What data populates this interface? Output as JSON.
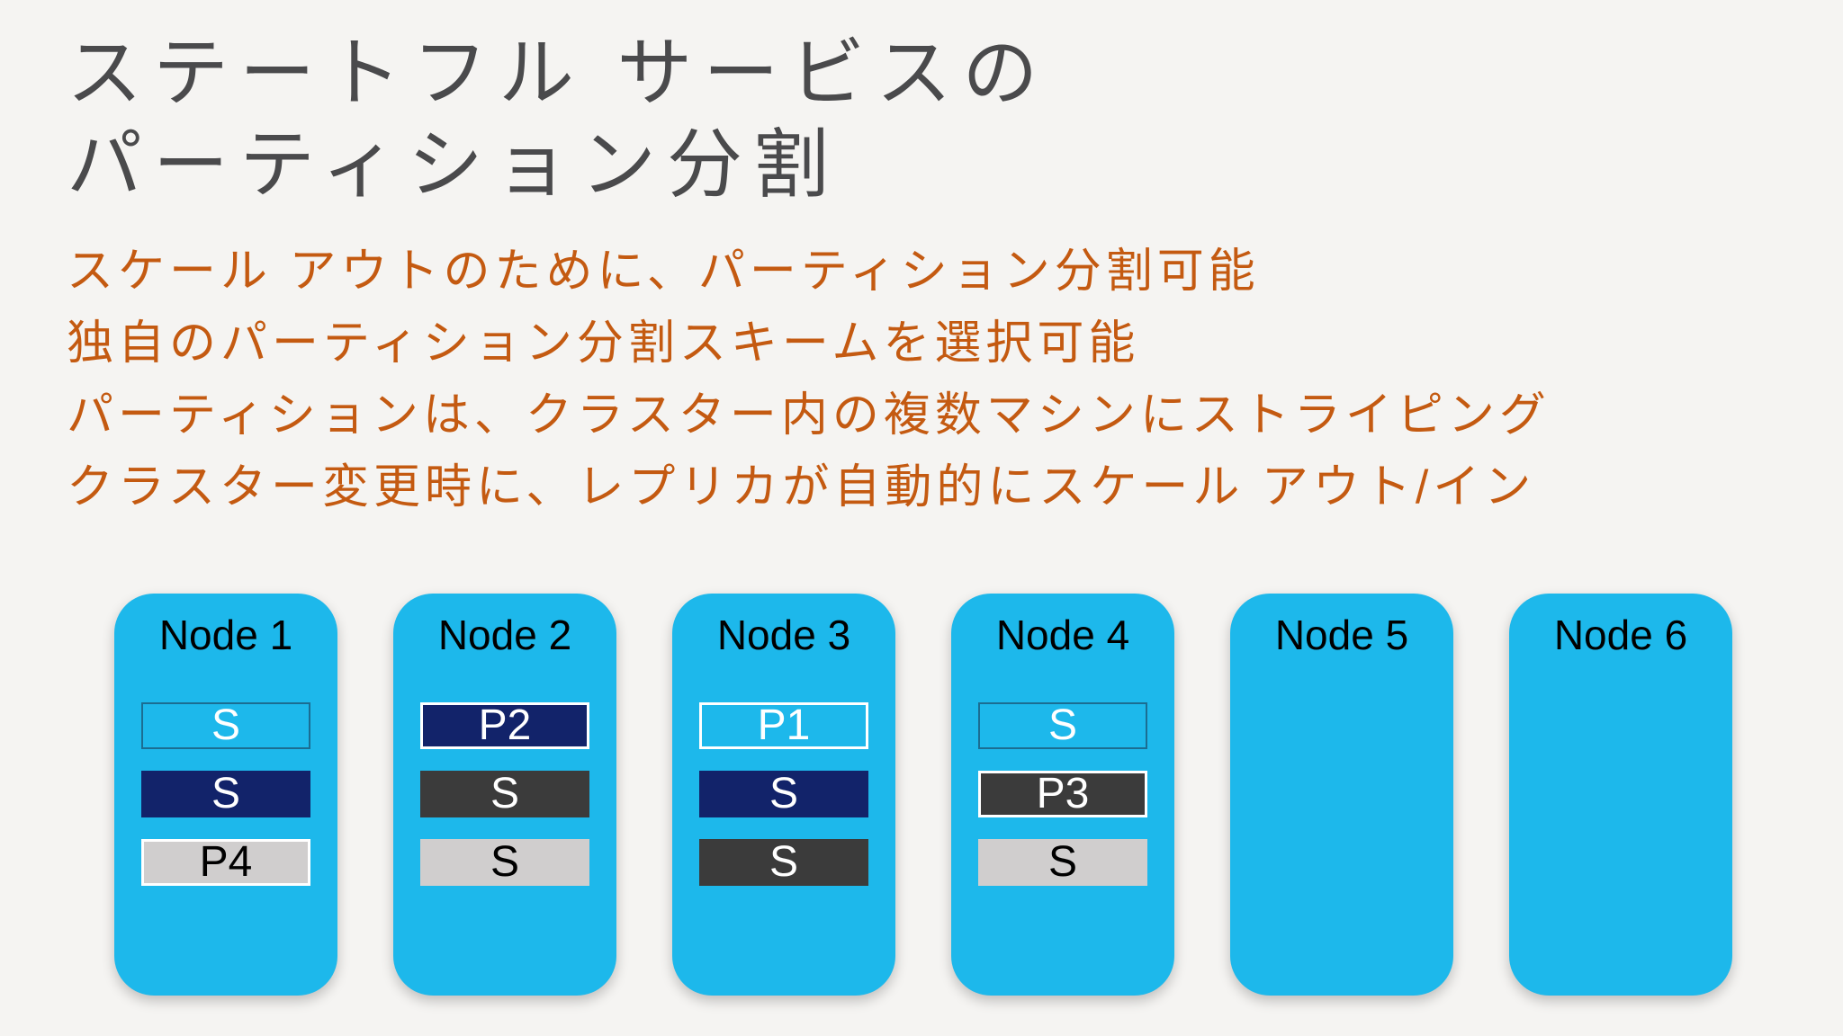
{
  "slide": {
    "title_lines": [
      "ステートフル サービスの",
      "パーティション分割"
    ],
    "bullets": [
      "スケール アウトのために、パーティション分割可能",
      "独自のパーティション分割スキームを選択可能",
      "パーティションは、クラスター内の複数マシンにストライピング",
      "クラスター変更時に、レプリカが自動的にスケール アウト/イン"
    ],
    "nodes": [
      {
        "label": "Node 1",
        "replicas": [
          {
            "label": "S",
            "role": "secondary",
            "style": "secondary-cyan"
          },
          {
            "label": "S",
            "role": "secondary",
            "style": "secondary-navy"
          },
          {
            "label": "P4",
            "role": "primary",
            "style": "primary-gray"
          }
        ]
      },
      {
        "label": "Node 2",
        "replicas": [
          {
            "label": "P2",
            "role": "primary",
            "style": "primary-navy"
          },
          {
            "label": "S",
            "role": "secondary",
            "style": "secondary-charcoal"
          },
          {
            "label": "S",
            "role": "secondary",
            "style": "secondary-gray"
          }
        ]
      },
      {
        "label": "Node 3",
        "replicas": [
          {
            "label": "P1",
            "role": "primary",
            "style": "primary-cyan"
          },
          {
            "label": "S",
            "role": "secondary",
            "style": "secondary-navy"
          },
          {
            "label": "S",
            "role": "secondary",
            "style": "secondary-charcoal"
          }
        ]
      },
      {
        "label": "Node 4",
        "replicas": [
          {
            "label": "S",
            "role": "secondary",
            "style": "secondary-cyan"
          },
          {
            "label": "P3",
            "role": "primary",
            "style": "primary-charcoal"
          },
          {
            "label": "S",
            "role": "secondary",
            "style": "secondary-gray"
          }
        ]
      },
      {
        "label": "Node 5",
        "replicas": []
      },
      {
        "label": "Node 6",
        "replicas": []
      }
    ],
    "colors": {
      "background": "#f5f4f2",
      "title_text": "#4a4a4c",
      "bullet_text": "#c45a11",
      "node_fill": "#1db8eb",
      "navy_fill": "#12236a",
      "charcoal_fill": "#3b3b3b",
      "gray_fill": "#d0cece",
      "primary_border": "#ffffff",
      "secondary_cyan_border": "#1b6d92"
    }
  }
}
